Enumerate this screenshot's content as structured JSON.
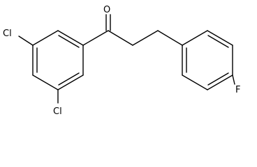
{
  "molecule": {
    "atom_labels": {
      "chlorine_top": "Cl",
      "chlorine_bottom": "Cl",
      "oxygen": "O",
      "fluorine": "F"
    },
    "bond_color": "#000000",
    "background_color": "#ffffff"
  }
}
